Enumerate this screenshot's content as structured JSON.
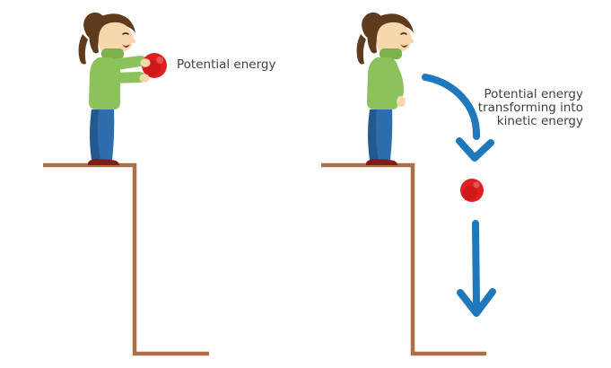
{
  "left_panel": {
    "caption": "Potential energy"
  },
  "right_panel": {
    "caption_lines": [
      "Potential energy",
      "transforming into",
      "kinetic energy"
    ]
  },
  "icons": {
    "curved_arrow": "curved-down-arrow-icon",
    "straight_arrow": "down-arrow-icon",
    "ball": "red-ball-icon"
  },
  "palette": {
    "background": "#ffffff",
    "arrow_blue": "#1e78bb",
    "ball_red": "#e02020",
    "cliff_brown": "#ad6f48",
    "text_gray": "#3f3f3f",
    "hair_brown": "#5f3b1e",
    "skin": "#f6d7ae",
    "sweater_green": "#8cc25c",
    "jeans_blue": "#2d6dab",
    "shoe_maroon": "#7c1d17"
  }
}
